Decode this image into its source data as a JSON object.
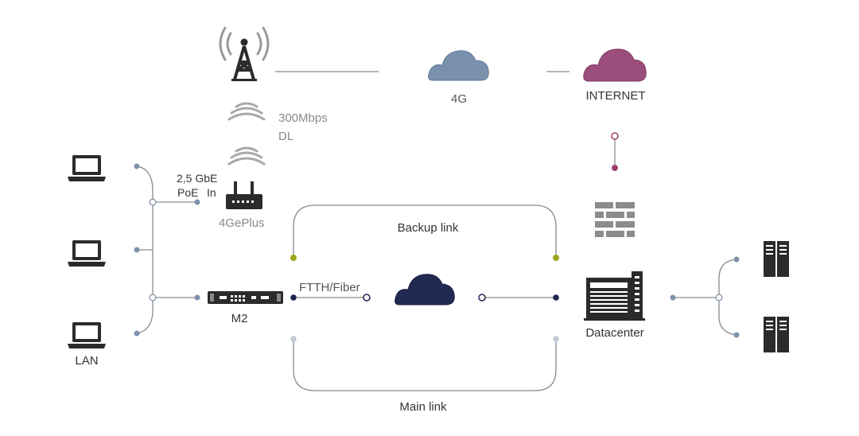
{
  "labels": {
    "cloud_4g": "4G",
    "internet": "INTERNET",
    "speed_line1": "300Mbps",
    "speed_line2": "DL",
    "gbe_line1": "2,5 GbE",
    "poe": "PoE",
    "in": "In",
    "router_4geplus": "4GePlus",
    "backup_link": "Backup link",
    "ftth_fiber": "FTTH/Fiber",
    "m2": "M2",
    "datacenter": "Datacenter",
    "lan": "LAN",
    "main_link": "Main link"
  },
  "colors": {
    "line": "#8a8a8a",
    "icon_dark": "#2b2b2b",
    "cloud_4g": "#7a91ae",
    "cloud_internet": "#9b4e7b",
    "cloud_fiber": "#222a52",
    "node_blue": "#7f93ad",
    "node_navy": "#1f2550",
    "node_olive": "#9aa61e",
    "node_magenta": "#a03f6f",
    "node_light": "#c3cbd6",
    "firewall": "#8c8c8c",
    "text": "#3a3a3a",
    "text_gray": "#8a8a8a"
  },
  "icons": [
    "cell-tower-icon",
    "wifi-signal-icon",
    "router-icon",
    "laptop-icon",
    "switch-icon",
    "cloud-icon",
    "firewall-icon",
    "datacenter-icon",
    "server-icon"
  ]
}
